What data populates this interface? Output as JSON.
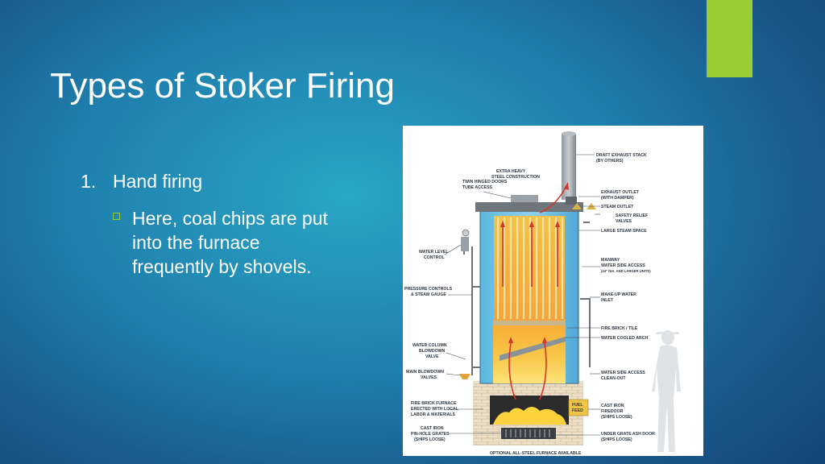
{
  "slide": {
    "title": "Types of Stoker Firing",
    "list_number": "1.",
    "list_item": "Hand firing",
    "sub_bullet_lines": [
      "Here, coal chips are put",
      "into the furnace",
      "frequently by shovels."
    ],
    "accent_color": "#9acd32"
  },
  "figure": {
    "labels": {
      "draft_stack_1": "DRAFT EXHAUST STACK",
      "draft_stack_2": "(BY OTHERS)",
      "steel_1": "EXTRA HEAVY",
      "steel_2": "STEEL CONSTRUCTION",
      "twin_doors_1": "TWIN HINGED DOORS",
      "twin_doors_2": "TUBE ACCESS",
      "exhaust_outlet_1": "EXHAUST OUTLET",
      "exhaust_outlet_2": "(WITH DAMPER)",
      "steam_outlet": "STEAM OUTLET",
      "safety_1": "SAFETY RELIEF",
      "safety_2": "VALVES",
      "steam_space": "LARGE STEAM SPACE",
      "water_level_1": "WATER LEVEL",
      "water_level_2": "CONTROL",
      "manway_1": "MANWAY",
      "manway_2": "WATER SIDE ACCESS",
      "manway_3": "(44\" DIA. AND LARGER UNITS)",
      "pressure_1": "PRESSURE CONTROLS",
      "pressure_2": "& STEAM GAUGE",
      "makeup_1": "MAKE-UP WATER",
      "makeup_2": "INLET",
      "firebrick_tile": "FIRE BRICK / TILE",
      "water_arch": "WATER COOLED ARCH",
      "blowdown_1": "WATER COLUMN",
      "blowdown_2": "BLOWDOWN",
      "blowdown_3": "VALVE",
      "main_blowdown_1": "MAIN BLOWDOWN",
      "main_blowdown_2": "VALVES",
      "cleanout_1": "WATER SIDE ACCESS",
      "cleanout_2": "CLEAN-OUT",
      "furnace_1": "FIRE BRICK FURNACE",
      "furnace_2": "ERECTED WITH LOCAL",
      "furnace_3": "LABOR & MATERIALS",
      "fuel_1": "FUEL",
      "fuel_2": "FEED",
      "firedoor_1": "CAST IRON",
      "firedoor_2": "FIREDOOR",
      "firedoor_3": "(SHIPS LOOSE)",
      "grates_1": "CAST IRON",
      "grates_2": "PIN-HOLE GRATES",
      "grates_3": "(SHIPS LOOSE)",
      "ashdoor_1": "UNDER GRATE ASH DOOR",
      "ashdoor_2": "(SHIPS LOOSE)",
      "optional": "OPTIONAL ALL-STEEL FURNACE AVAILABLE"
    }
  }
}
